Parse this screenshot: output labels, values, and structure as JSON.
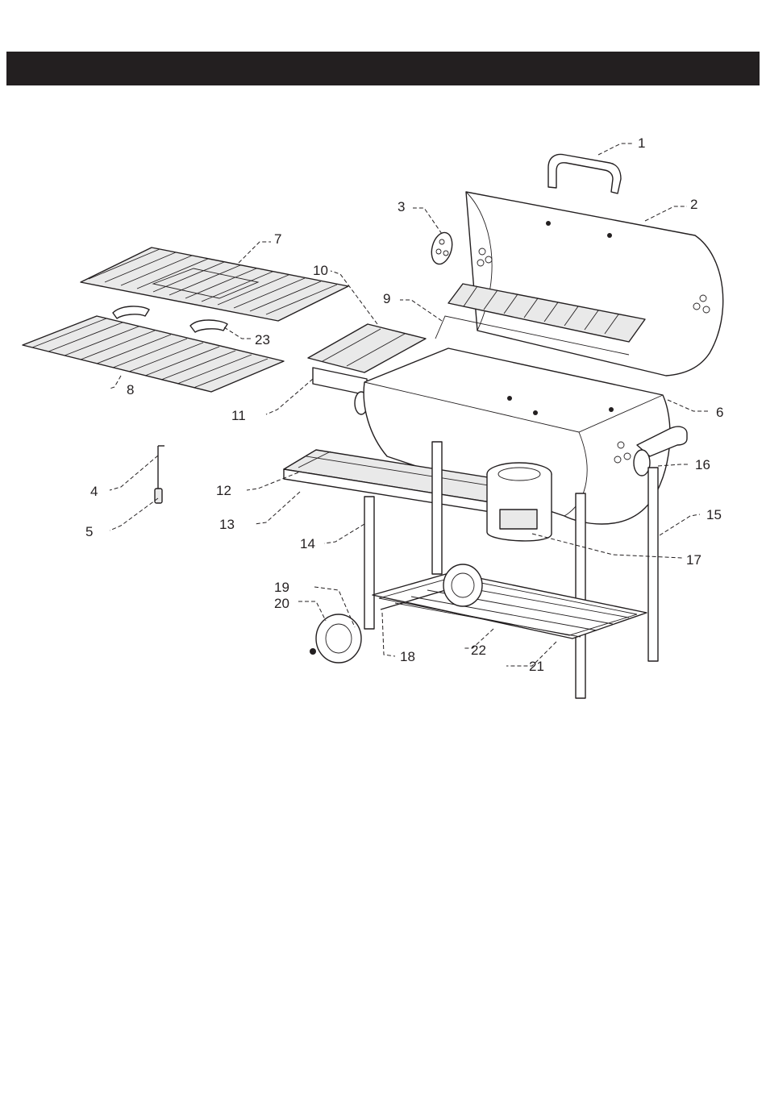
{
  "header": {
    "title": ""
  },
  "callouts": {
    "c1": "1",
    "c2": "2",
    "c3": "3",
    "c4": "4",
    "c5": "5",
    "c6": "6",
    "c7": "7",
    "c8": "8",
    "c9": "9",
    "c10": "10",
    "c11": "11",
    "c12": "12",
    "c13": "13",
    "c14": "14",
    "c15": "15",
    "c16": "16",
    "c17": "17",
    "c18": "18",
    "c19": "19",
    "c20": "20",
    "c21": "21",
    "c22": "22",
    "c23": "23"
  }
}
